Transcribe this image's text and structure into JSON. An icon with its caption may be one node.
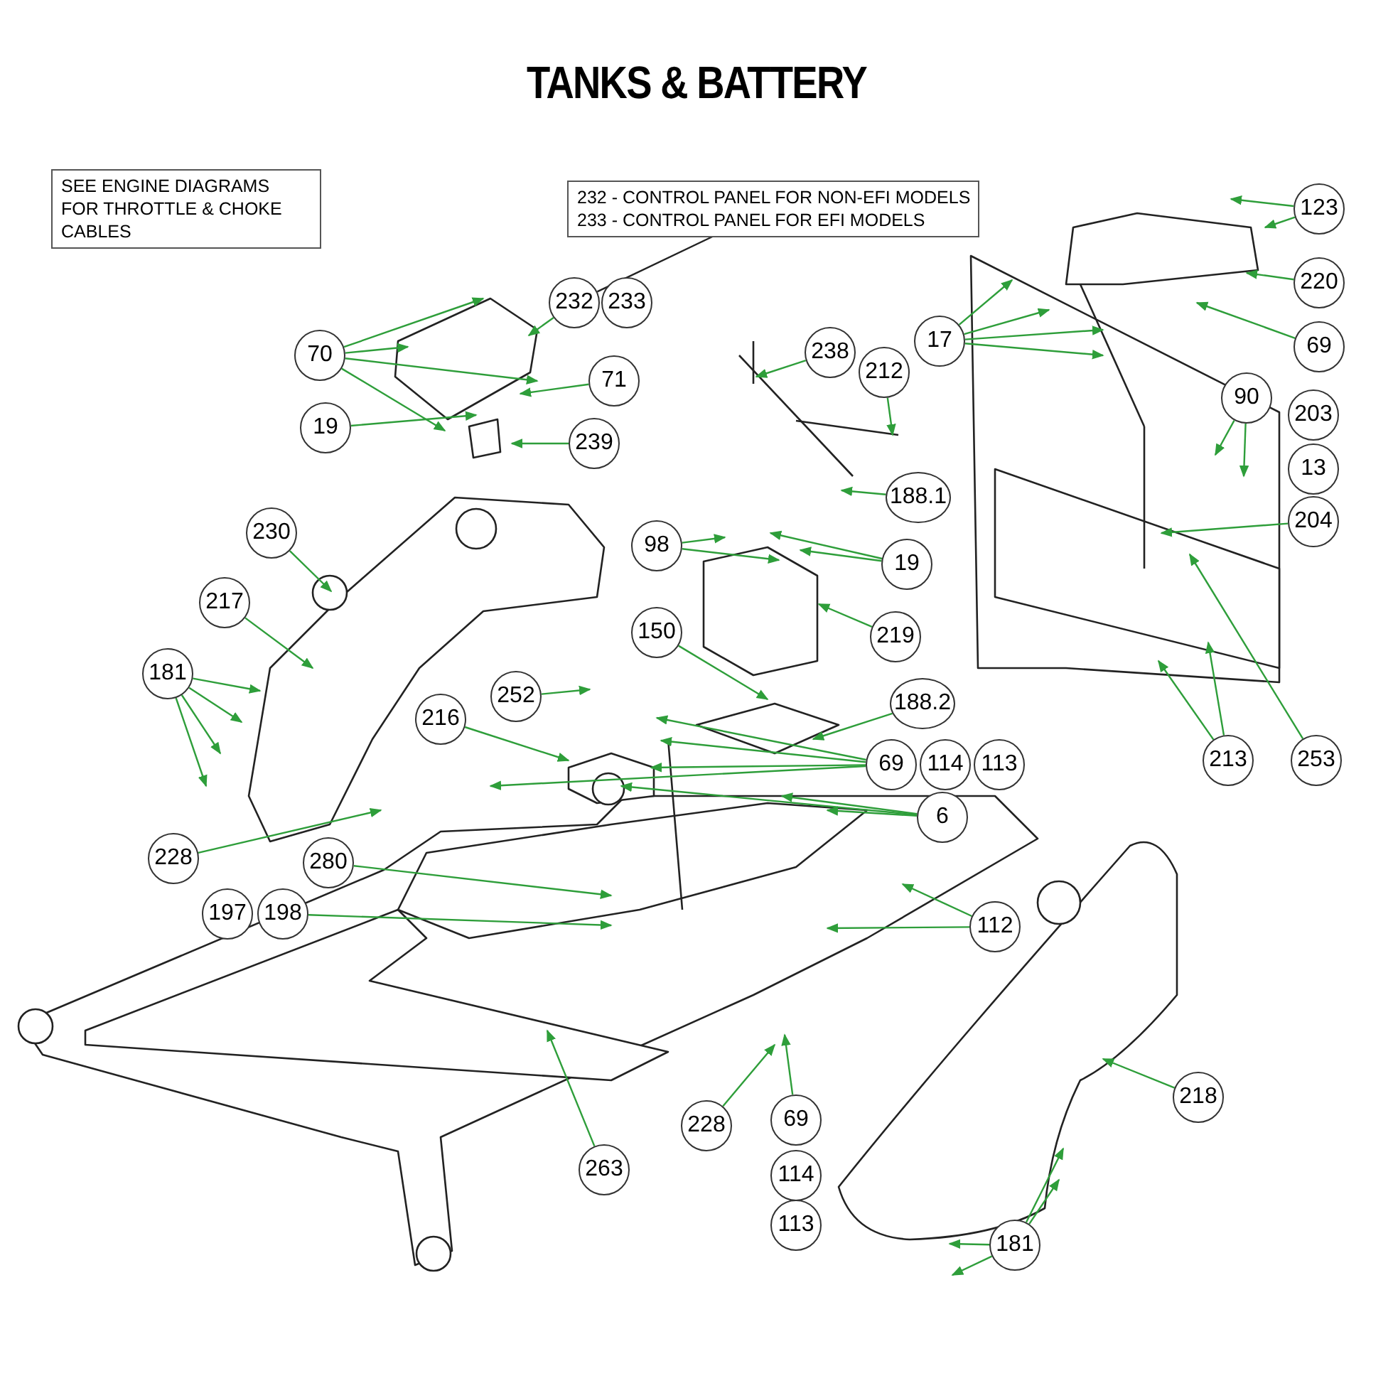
{
  "diagram": {
    "title": "TANKS & BATTERY",
    "nodes": [
      {
        "text": [
          "SEE ENGINE DIAGRAMS FOR THROTTLE & CHOKE CABLES"
        ]
      },
      {
        "text": [
          "232 - CONTROL PANEL FOR NON-EFI MODELS",
          "233 - CONTROL PANEL FOR EFI MODELS"
        ]
      },
      {
        "text": [
          "70"
        ]
      },
      {
        "text": [
          "232"
        ]
      },
      {
        "text": [
          "233"
        ]
      },
      {
        "text": [
          "71"
        ]
      },
      {
        "text": [
          "19"
        ]
      },
      {
        "text": [
          "239"
        ]
      },
      {
        "text": [
          "238"
        ]
      },
      {
        "text": [
          "212"
        ]
      },
      {
        "text": [
          "188.1"
        ]
      },
      {
        "text": [
          "98"
        ]
      },
      {
        "text": [
          "19"
        ]
      },
      {
        "text": [
          "17"
        ]
      },
      {
        "text": [
          "123"
        ]
      },
      {
        "text": [
          "220"
        ]
      },
      {
        "text": [
          "69"
        ]
      },
      {
        "text": [
          "90"
        ]
      },
      {
        "text": [
          "203"
        ]
      },
      {
        "text": [
          "13"
        ]
      },
      {
        "text": [
          "204"
        ]
      },
      {
        "text": [
          "230"
        ]
      },
      {
        "text": [
          "217"
        ]
      },
      {
        "text": [
          "181"
        ]
      },
      {
        "text": [
          "150"
        ]
      },
      {
        "text": [
          "219"
        ]
      },
      {
        "text": [
          "252"
        ]
      },
      {
        "text": [
          "216"
        ]
      },
      {
        "text": [
          "188.2"
        ]
      },
      {
        "text": [
          "69"
        ]
      },
      {
        "text": [
          "114"
        ]
      },
      {
        "text": [
          "113"
        ]
      },
      {
        "text": [
          "213"
        ]
      },
      {
        "text": [
          "253"
        ]
      },
      {
        "text": [
          "6"
        ]
      },
      {
        "text": [
          "228"
        ]
      },
      {
        "text": [
          "280"
        ]
      },
      {
        "text": [
          "197"
        ]
      },
      {
        "text": [
          "198"
        ]
      },
      {
        "text": [
          "112"
        ]
      },
      {
        "text": [
          "218"
        ]
      },
      {
        "text": [
          "228"
        ]
      },
      {
        "text": [
          "69"
        ]
      },
      {
        "text": [
          "263"
        ]
      },
      {
        "text": [
          "114"
        ]
      },
      {
        "text": [
          "113"
        ]
      },
      {
        "text": [
          "181"
        ]
      }
    ],
    "edges": [
      {
        "from": 1,
        "to": 3,
        "arrow": "none",
        "color": "#222222"
      },
      {
        "from": 2,
        "to": null,
        "arrow": "to"
      },
      {
        "from": 2,
        "to": null,
        "arrow": "to"
      },
      {
        "from": 2,
        "to": null,
        "arrow": "to"
      },
      {
        "from": 2,
        "to": null,
        "arrow": "to"
      },
      {
        "from": 3,
        "to": null,
        "arrow": "to"
      },
      {
        "from": 5,
        "to": null,
        "arrow": "to"
      },
      {
        "from": 6,
        "to": null,
        "arrow": "to"
      },
      {
        "from": 7,
        "to": null,
        "arrow": "to"
      },
      {
        "from": 8,
        "to": null,
        "arrow": "to"
      },
      {
        "from": 9,
        "to": null,
        "arrow": "to"
      },
      {
        "from": 10,
        "to": null,
        "arrow": "to"
      },
      {
        "from": 11,
        "to": null,
        "arrow": "to"
      },
      {
        "from": 11,
        "to": null,
        "arrow": "to"
      },
      {
        "from": 12,
        "to": null,
        "arrow": "to"
      },
      {
        "from": 12,
        "to": null,
        "arrow": "to"
      },
      {
        "from": 13,
        "to": null,
        "arrow": "to"
      },
      {
        "from": 13,
        "to": null,
        "arrow": "to"
      },
      {
        "from": 13,
        "to": null,
        "arrow": "to"
      },
      {
        "from": 13,
        "to": null,
        "arrow": "to"
      },
      {
        "from": 14,
        "to": null,
        "arrow": "to"
      },
      {
        "from": 14,
        "to": null,
        "arrow": "to"
      },
      {
        "from": 15,
        "to": null,
        "arrow": "to"
      },
      {
        "from": 16,
        "to": null,
        "arrow": "to"
      },
      {
        "from": 17,
        "to": null,
        "arrow": "to"
      },
      {
        "from": 17,
        "to": null,
        "arrow": "to"
      },
      {
        "from": 20,
        "to": null,
        "arrow": "to"
      },
      {
        "from": 21,
        "to": null,
        "arrow": "to"
      },
      {
        "from": 22,
        "to": null,
        "arrow": "to"
      },
      {
        "from": 23,
        "to": null,
        "arrow": "to"
      },
      {
        "from": 23,
        "to": null,
        "arrow": "to"
      },
      {
        "from": 23,
        "to": null,
        "arrow": "to"
      },
      {
        "from": 23,
        "to": null,
        "arrow": "to"
      },
      {
        "from": 24,
        "to": null,
        "arrow": "to"
      },
      {
        "from": 25,
        "to": null,
        "arrow": "to"
      },
      {
        "from": 26,
        "to": null,
        "arrow": "to"
      },
      {
        "from": 27,
        "to": null,
        "arrow": "to"
      },
      {
        "from": 28,
        "to": null,
        "arrow": "to"
      },
      {
        "from": 29,
        "to": null,
        "arrow": "to"
      },
      {
        "from": 29,
        "to": null,
        "arrow": "to"
      },
      {
        "from": 29,
        "to": null,
        "arrow": "to"
      },
      {
        "from": 29,
        "to": null,
        "arrow": "to"
      },
      {
        "from": 32,
        "to": null,
        "arrow": "to"
      },
      {
        "from": 32,
        "to": null,
        "arrow": "to"
      },
      {
        "from": 33,
        "to": null,
        "arrow": "to"
      },
      {
        "from": 34,
        "to": null,
        "arrow": "to"
      },
      {
        "from": 34,
        "to": null,
        "arrow": "to"
      },
      {
        "from": 34,
        "to": null,
        "arrow": "to"
      },
      {
        "from": 35,
        "to": null,
        "arrow": "to"
      },
      {
        "from": 36,
        "to": null,
        "arrow": "to"
      },
      {
        "from": 38,
        "to": null,
        "arrow": "to"
      },
      {
        "from": 39,
        "to": null,
        "arrow": "to"
      },
      {
        "from": 39,
        "to": null,
        "arrow": "to"
      },
      {
        "from": 40,
        "to": null,
        "arrow": "to"
      },
      {
        "from": 41,
        "to": null,
        "arrow": "to"
      },
      {
        "from": 42,
        "to": null,
        "arrow": "to"
      },
      {
        "from": 43,
        "to": null,
        "arrow": "to"
      },
      {
        "from": 46,
        "to": null,
        "arrow": "to"
      },
      {
        "from": 46,
        "to": null,
        "arrow": "to"
      },
      {
        "from": 46,
        "to": null,
        "arrow": "to"
      },
      {
        "from": 46,
        "to": null,
        "arrow": "to"
      }
    ]
  }
}
